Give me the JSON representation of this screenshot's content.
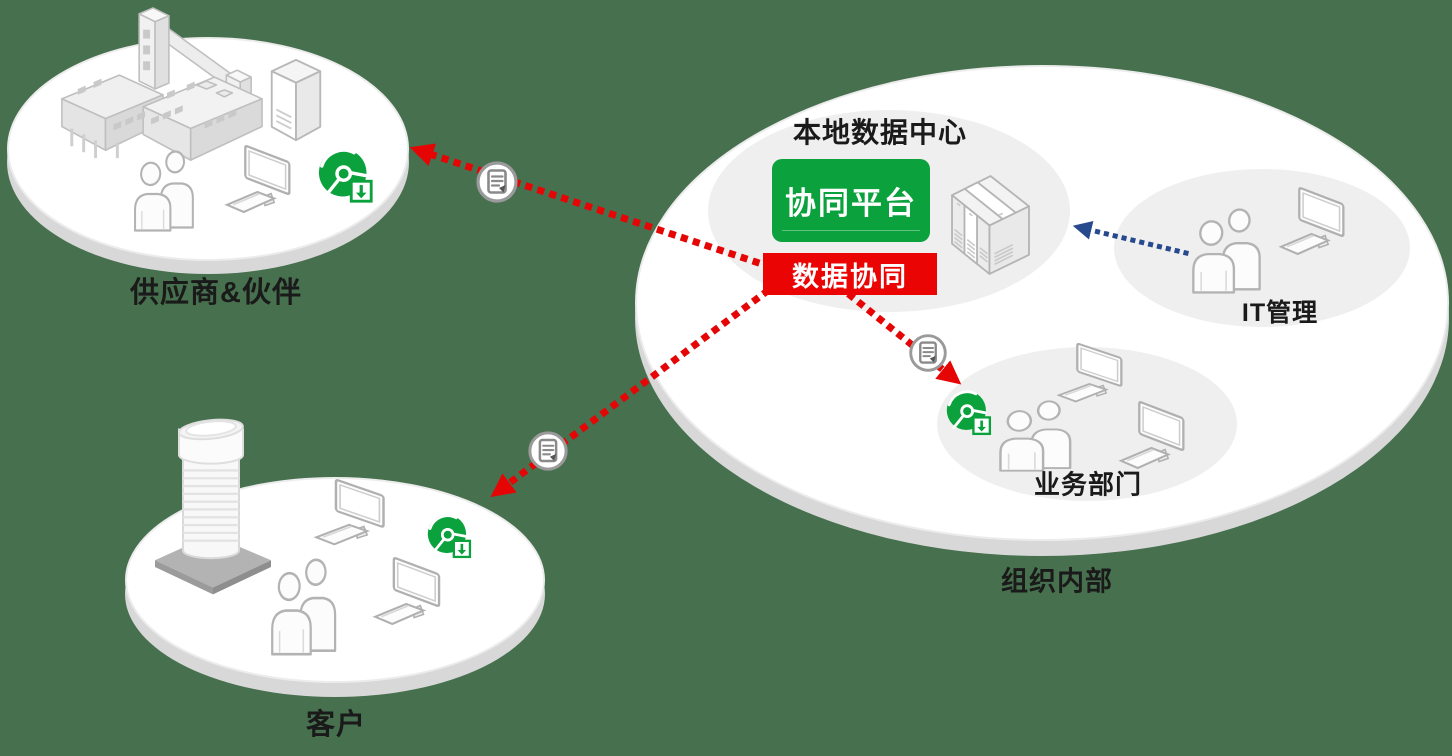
{
  "canvas": {
    "background": "#47704E"
  },
  "colors": {
    "platform_green": "#0BA23D",
    "datasync_red": "#EB0404",
    "arrow_red": "#E60505",
    "arrow_blue": "#27498E",
    "ellipse_white": "#FFFFFF",
    "ellipse_rim": "#D8D8D8",
    "inner_ellipse_gray": "#EFEFEF",
    "label_black": "#1A1A1A"
  },
  "zones": {
    "suppliers": {
      "label": "供应商&伙伴"
    },
    "customers": {
      "label": "客户"
    },
    "organization": {
      "label": "组织内部"
    },
    "datacenter": {
      "title": "本地数据中心",
      "platform_label": "协同平台",
      "datasync_label": "数据协同"
    },
    "it": {
      "label": "IT管理"
    },
    "business": {
      "label": "业务部门"
    }
  },
  "icons": {
    "factory": "factory-icon",
    "office_tower": "office-tower-icon",
    "server_tower": "server-tower-icon",
    "server_rack": "server-rack-icon",
    "people": "people-icon",
    "workstation": "workstation-icon",
    "client_agent": "client-agent-icon",
    "document": "document-icon"
  }
}
